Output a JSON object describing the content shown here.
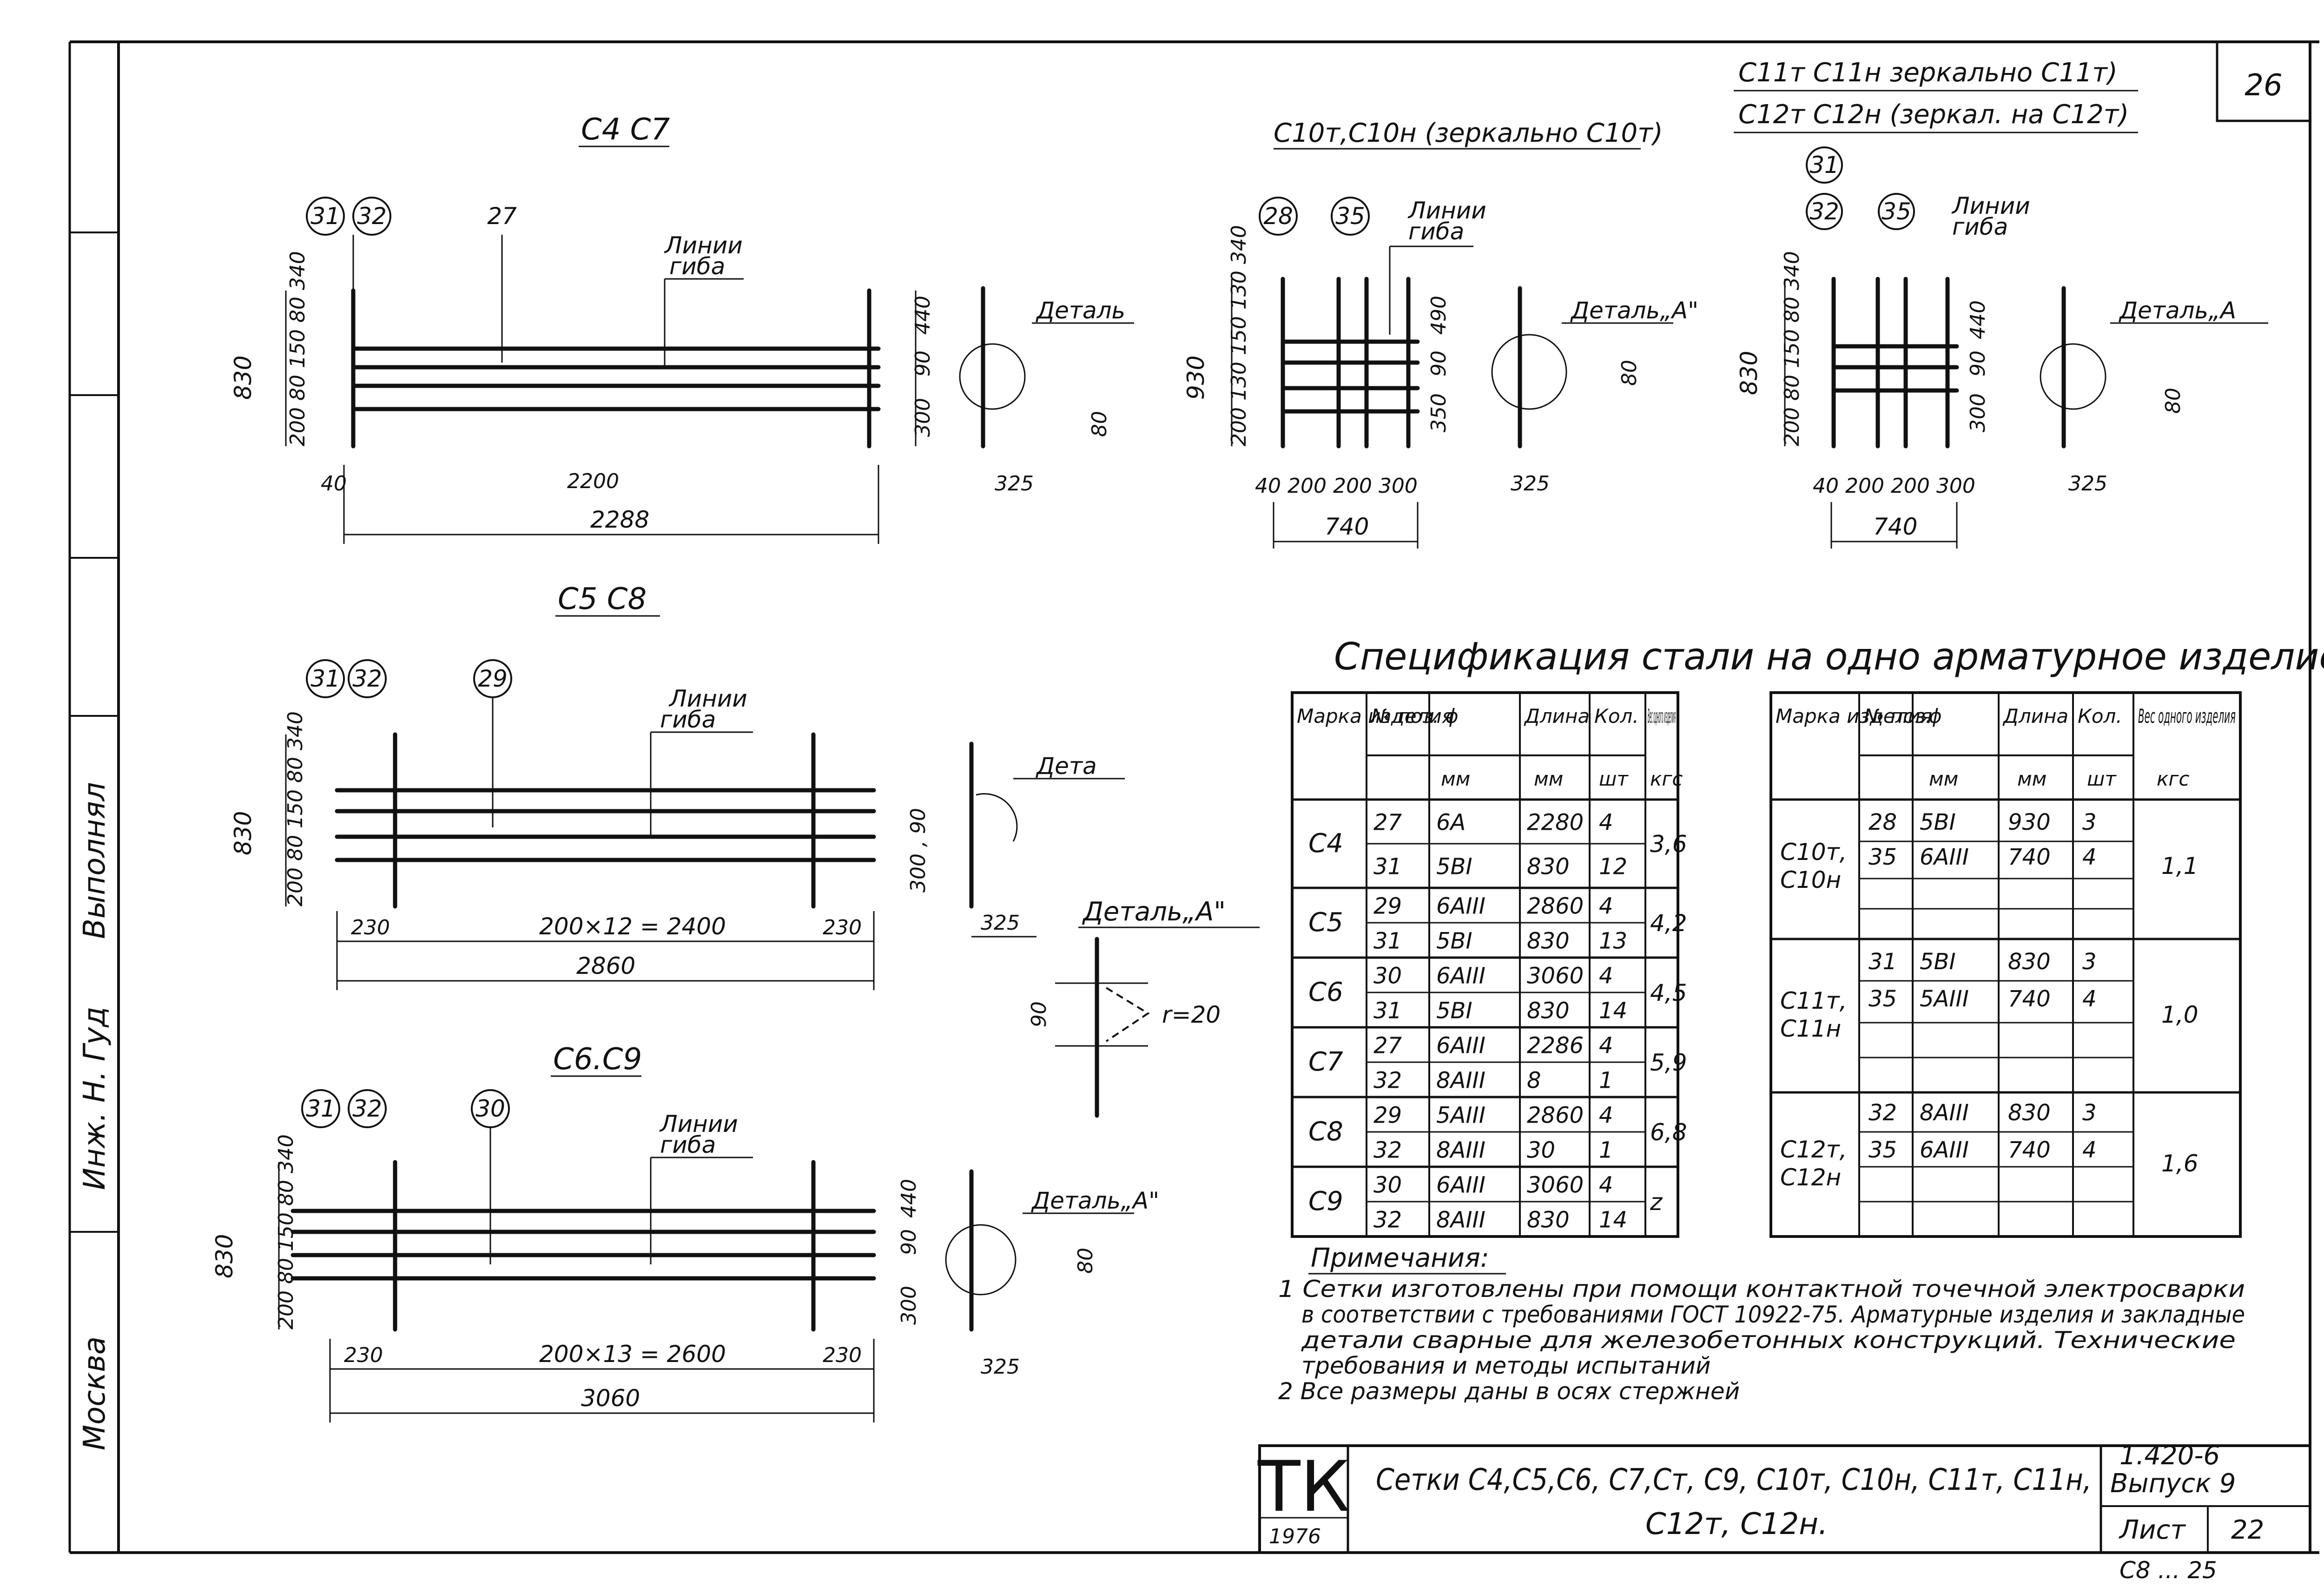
{
  "sheet": {
    "number_top": "26",
    "sheet_label": "Лист",
    "sheet_no": "22",
    "series": "1.420-6",
    "issue": "Выпуск 9",
    "logo": "ТК",
    "year": "1976",
    "title_line1": "Сетки С4,С5,С6, С7,Ст, С9, С10т, С10н, С11т, С11н,",
    "title_line2": "С12т, С12н.",
    "side_city": "Москва",
    "side_sign": "Инж. Н. Гуд",
    "side_top": "Выполнял",
    "bottom_scrawl": "С8 ... 25"
  },
  "drawings": {
    "c4c7": {
      "title": "С4 С7",
      "pos_a": "31",
      "pos_b": "32",
      "pos_c": "27",
      "bend_label_1": "Линии",
      "bend_label_2": "гиба",
      "height_total": "830",
      "height_parts": "200 80 150 80 340",
      "right_top": "440",
      "right_mid": "90",
      "right_bot": "300",
      "left_offset": "40",
      "inner_len": "2200",
      "total_len": "2288",
      "detail_label": "Деталь",
      "detail_dim_1": "80",
      "detail_dim_2": "325"
    },
    "c10": {
      "title": "С10т,С10н (зеркально С10т)",
      "pos_a": "28",
      "pos_b": "35",
      "bend_label_1": "Линии",
      "bend_label_2": "гиба",
      "height_total": "930",
      "height_parts": "200 130 150 130 340",
      "right_top": "490",
      "right_mid": "90",
      "right_bot": "350",
      "dims_bottom": "40  200 200  300",
      "total_len": "740",
      "detail_label": "Деталь„А\"",
      "detail_dim_1": "80",
      "detail_dim_2": "325"
    },
    "c11c12": {
      "title_1": "С11т С11н зеркально С11т)",
      "title_2": "С12т С12н (зеркал. на С12т)",
      "pos_a": "31",
      "pos_b": "32",
      "pos_c": "35",
      "bend_label_1": "Линии",
      "bend_label_2": "гиба",
      "height_total": "830",
      "height_parts": "200 80 150 80 340",
      "right_top": "440",
      "right_mid": "90",
      "right_bot": "300",
      "dims_bottom": "40  200 200 300",
      "total_len": "740",
      "detail_label": "Деталь„А",
      "detail_dim_1": "80",
      "detail_dim_2": "325"
    },
    "c5c8": {
      "title": "С5 С8",
      "pos_a": "31",
      "pos_b": "32",
      "pos_c": "29",
      "bend_label_1": "Линии",
      "bend_label_2": "гиба",
      "height_total": "830",
      "height_parts": "200 80 150 80 340",
      "right_dim": "300 , 90",
      "end_left": "230",
      "end_right": "230",
      "inner_len": "200×12 = 2400",
      "total_len": "2860",
      "detail_label": "Дета"
    },
    "c6c9": {
      "title": "С6.С9",
      "pos_a": "31",
      "pos_b": "32",
      "pos_c": "30",
      "bend_label_1": "Линии",
      "bend_label_2": "гиба",
      "height_total": "830",
      "height_parts": "200 80 150 80 340",
      "right_top": "440",
      "right_mid": "90",
      "right_bot": "300",
      "end_left": "230",
      "end_right": "230",
      "inner_len": "200×13 = 2600",
      "total_len": "3060",
      "detail_label": "Деталь„А\"",
      "detail_dim_1": "80",
      "detail_dim_2": "325"
    },
    "detail_a": {
      "title": "Деталь„А\"",
      "dim_325": "325",
      "dim_90": "90",
      "radius": "r=20"
    }
  },
  "spec": {
    "title": "Спецификация стали на одно арматурное изделие",
    "headers": [
      "Марка изделия",
      "№ поз.",
      "ϕ",
      "Длина",
      "Кол.",
      "Вес одного изделия"
    ],
    "units": [
      "",
      "",
      "мм",
      "мм",
      "шт",
      "кгс"
    ],
    "left_rows": [
      {
        "mark": "С4",
        "weight": "3,6",
        "items": [
          [
            "27",
            "6A",
            "2280",
            "4"
          ],
          [
            "31",
            "5BI",
            "830",
            "12"
          ]
        ]
      },
      {
        "mark": "С5",
        "weight": "4,2",
        "items": [
          [
            "29",
            "6AIII",
            "2860",
            "4"
          ],
          [
            "31",
            "5BI",
            "830",
            "13"
          ]
        ]
      },
      {
        "mark": "С6",
        "weight": "4,5",
        "items": [
          [
            "30",
            "6AIII",
            "3060",
            "4"
          ],
          [
            "31",
            "5BI",
            "830",
            "14"
          ]
        ]
      },
      {
        "mark": "С7",
        "weight": "5,9",
        "items": [
          [
            "27",
            "6AIII",
            "2286",
            "4"
          ],
          [
            "32",
            "8AIII",
            "8",
            "1"
          ]
        ]
      },
      {
        "mark": "С8",
        "weight": "6,8",
        "items": [
          [
            "29",
            "5AIII",
            "2860",
            "4"
          ],
          [
            "32",
            "8AIII",
            "30",
            "1"
          ]
        ]
      },
      {
        "mark": "С9",
        "weight": "z",
        "items": [
          [
            "30",
            "6AIII",
            "3060",
            "4"
          ],
          [
            "32",
            "8AIII",
            "830",
            "14"
          ]
        ]
      }
    ],
    "right_rows": [
      {
        "mark": "С10т, С10н",
        "weight": "1,1",
        "items": [
          [
            "28",
            "5BI",
            "930",
            "3"
          ],
          [
            "35",
            "6AIII",
            "740",
            "4"
          ]
        ]
      },
      {
        "mark": "С11т, С11н",
        "weight": "1,0",
        "items": [
          [
            "31",
            "5BI",
            "830",
            "3"
          ],
          [
            "35",
            "5AIII",
            "740",
            "4"
          ]
        ]
      },
      {
        "mark": "С12т, С12н",
        "weight": "1,6",
        "items": [
          [
            "32",
            "8AIII",
            "830",
            "3"
          ],
          [
            "35",
            "6AIII",
            "740",
            "4"
          ]
        ]
      }
    ]
  },
  "notes": {
    "heading": "Примечания:",
    "n1_l1": "1  Сетки изготовлены при помощи контактной точечной электросварки",
    "n1_l2": "в соответствии с требованиями ГОСТ 10922-75. Арматурные изделия и закладные",
    "n1_l3": "детали сварные для железобетонных конструкций. Технические",
    "n1_l4": "требования и методы испытаний",
    "n2": "2  Все размеры даны в осях стержней"
  }
}
